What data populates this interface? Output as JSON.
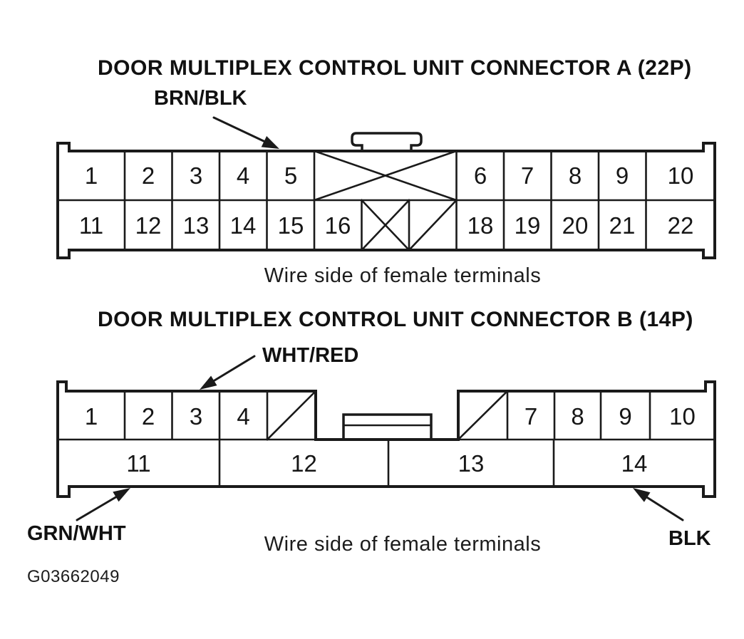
{
  "figure": {
    "id": "G03662049"
  },
  "connector_a": {
    "title": "DOOR MULTIPLEX CONTROL UNIT CONNECTOR A (22P)",
    "wire_label": "BRN/BLK",
    "caption": "Wire side of female terminals",
    "pins_top": [
      "1",
      "2",
      "3",
      "4",
      "5",
      "6",
      "7",
      "8",
      "9",
      "10"
    ],
    "pins_bottom": [
      "11",
      "12",
      "13",
      "14",
      "15",
      "16",
      "18",
      "19",
      "20",
      "21",
      "22"
    ]
  },
  "connector_b": {
    "title": "DOOR MULTIPLEX CONTROL UNIT CONNECTOR B (14P)",
    "wire_label_top": "WHT/RED",
    "wire_label_bottom_left": "GRN/WHT",
    "wire_label_bottom_right": "BLK",
    "caption": "Wire side of female terminals",
    "pins_top": [
      "1",
      "2",
      "3",
      "4",
      "7",
      "8",
      "9",
      "10"
    ],
    "pins_bottom": [
      "11",
      "12",
      "13",
      "14"
    ]
  }
}
